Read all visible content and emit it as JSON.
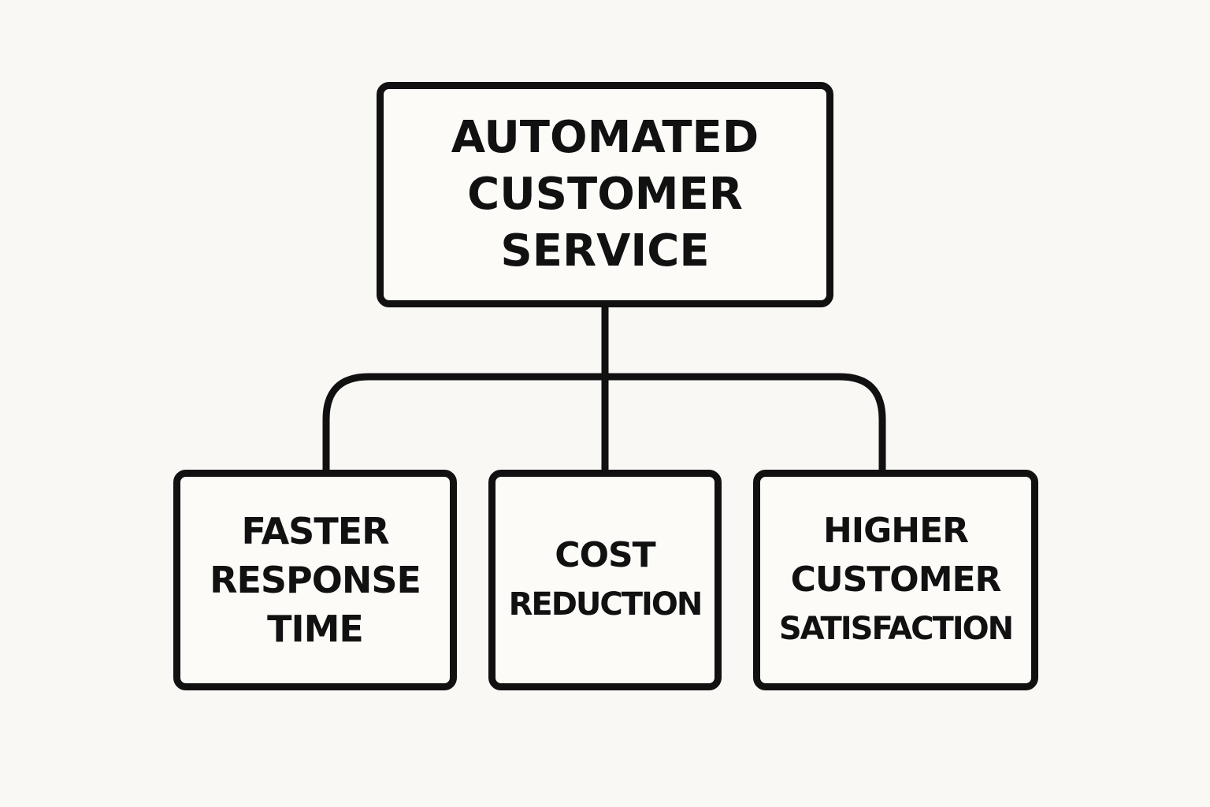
{
  "diagram": {
    "root": {
      "lines": [
        "AUTOMATED",
        "CUSTOMER",
        "SERVICE"
      ]
    },
    "children": [
      {
        "lines": [
          "FASTER",
          "RESPONSE",
          "TIME"
        ]
      },
      {
        "lines": [
          "COST",
          "REDUCTION"
        ]
      },
      {
        "lines": [
          "HIGHER",
          "CUSTOMER",
          "SATISFACTION"
        ]
      }
    ],
    "colors": {
      "stroke": "#111111",
      "background": "#f9f8f5",
      "box_fill": "#fcfbf8"
    }
  }
}
